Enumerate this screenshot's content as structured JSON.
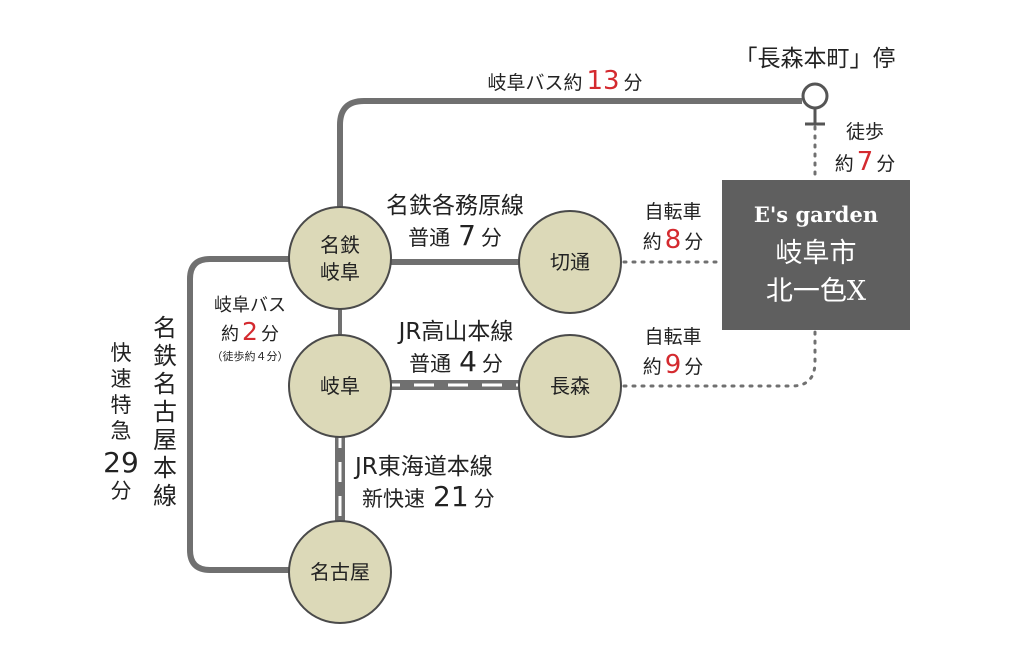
{
  "colors": {
    "line": "#707070",
    "station_fill": "#dcd9b8",
    "station_stroke": "#4a4a4a",
    "dot": "#707070",
    "accent": "#d42a2f",
    "box": "#5f5f5f"
  },
  "stations": {
    "meitetsu_gifu": [
      "名鉄",
      "岐阜"
    ],
    "gifu": "岐阜",
    "nagoya": "名古屋",
    "kirido": "切通",
    "nagamori": "長森"
  },
  "destination": {
    "brand": "E's garden",
    "line1": "岐阜市",
    "line2": "北一色X"
  },
  "bus_stop": {
    "label": "「長森本町」停"
  },
  "routes": {
    "bus_top": {
      "prefix": "岐阜バス約",
      "minutes": "13",
      "unit": "分"
    },
    "walk_top": {
      "line1": "徒歩",
      "prefix": "約",
      "minutes": "7",
      "unit": "分"
    },
    "kakamigahara": {
      "line_name": "名鉄各務原線",
      "service": "普通",
      "minutes": "7",
      "unit": "分"
    },
    "bike_kirido": {
      "line1": "自転車",
      "prefix": "約",
      "minutes": "8",
      "unit": "分"
    },
    "bus_transfer": {
      "line1": "岐阜バス",
      "prefix": "約",
      "minutes": "2",
      "unit": "分",
      "note": "（徒歩約４分）"
    },
    "takayama": {
      "line_name": "JR高山本線",
      "service": "普通",
      "minutes": "4",
      "unit": "分"
    },
    "bike_nagamori": {
      "line1": "自転車",
      "prefix": "約",
      "minutes": "9",
      "unit": "分"
    },
    "tokaido": {
      "line_name": "JR東海道本線",
      "service": "新快速",
      "minutes": "21",
      "unit": "分"
    },
    "meitetsu_nagoya": {
      "line_name": [
        "名",
        "鉄",
        "名",
        "古",
        "屋",
        "本",
        "線"
      ],
      "service": [
        "快",
        "速",
        "特",
        "急"
      ],
      "minutes": "29",
      "unit": "分"
    }
  }
}
